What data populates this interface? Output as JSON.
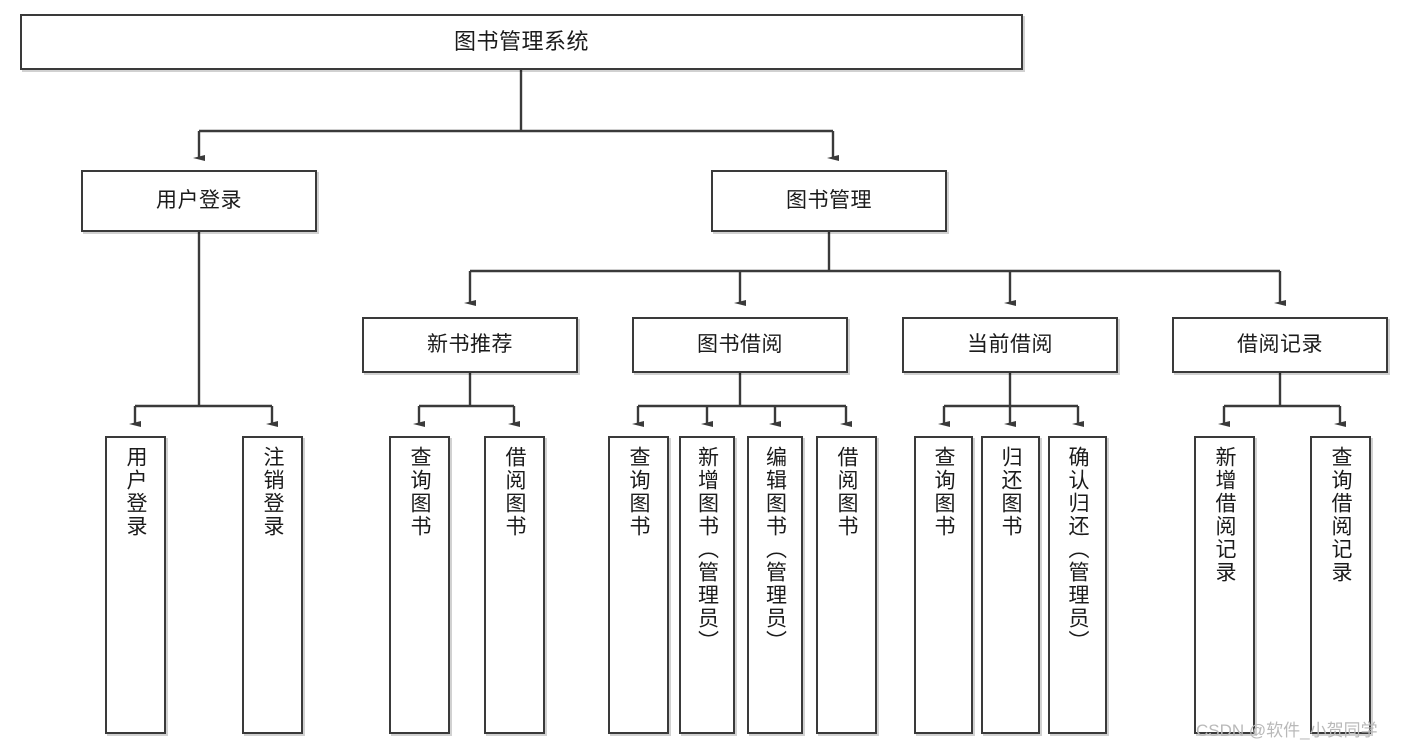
{
  "diagram": {
    "title": "图书管理系统",
    "type": "tree",
    "theme": {
      "background": "#ffffff",
      "box_border": "#3a3a3a",
      "box_fill": "#ffffff",
      "text": "#1b1b1b",
      "edge": "#3a3a3a",
      "watermark": "#b9b9b9"
    },
    "watermark": "CSDN @软件_小贺同学",
    "levels": {
      "root": {
        "label": "图书管理系统"
      },
      "level2": [
        {
          "label": "用户登录"
        },
        {
          "label": "图书管理"
        }
      ],
      "level3": [
        {
          "label": "新书推荐"
        },
        {
          "label": "图书借阅"
        },
        {
          "label": "当前借阅"
        },
        {
          "label": "借阅记录"
        }
      ],
      "leaves": {
        "user_login": [
          {
            "label": "用户登录"
          },
          {
            "label": "注销登录"
          }
        ],
        "new_book_recommend": [
          {
            "label": "查询图书"
          },
          {
            "label": "借阅图书"
          }
        ],
        "book_borrow": [
          {
            "label": "查询图书"
          },
          {
            "label": "新增图书（管理员）"
          },
          {
            "label": "编辑图书（管理员）"
          },
          {
            "label": "借阅图书"
          }
        ],
        "current_borrow": [
          {
            "label": "查询图书"
          },
          {
            "label": "归还图书"
          },
          {
            "label": "确认归还（管理员）"
          }
        ],
        "borrow_record": [
          {
            "label": "新增借阅记录"
          },
          {
            "label": "查询借阅记录"
          }
        ]
      }
    }
  }
}
